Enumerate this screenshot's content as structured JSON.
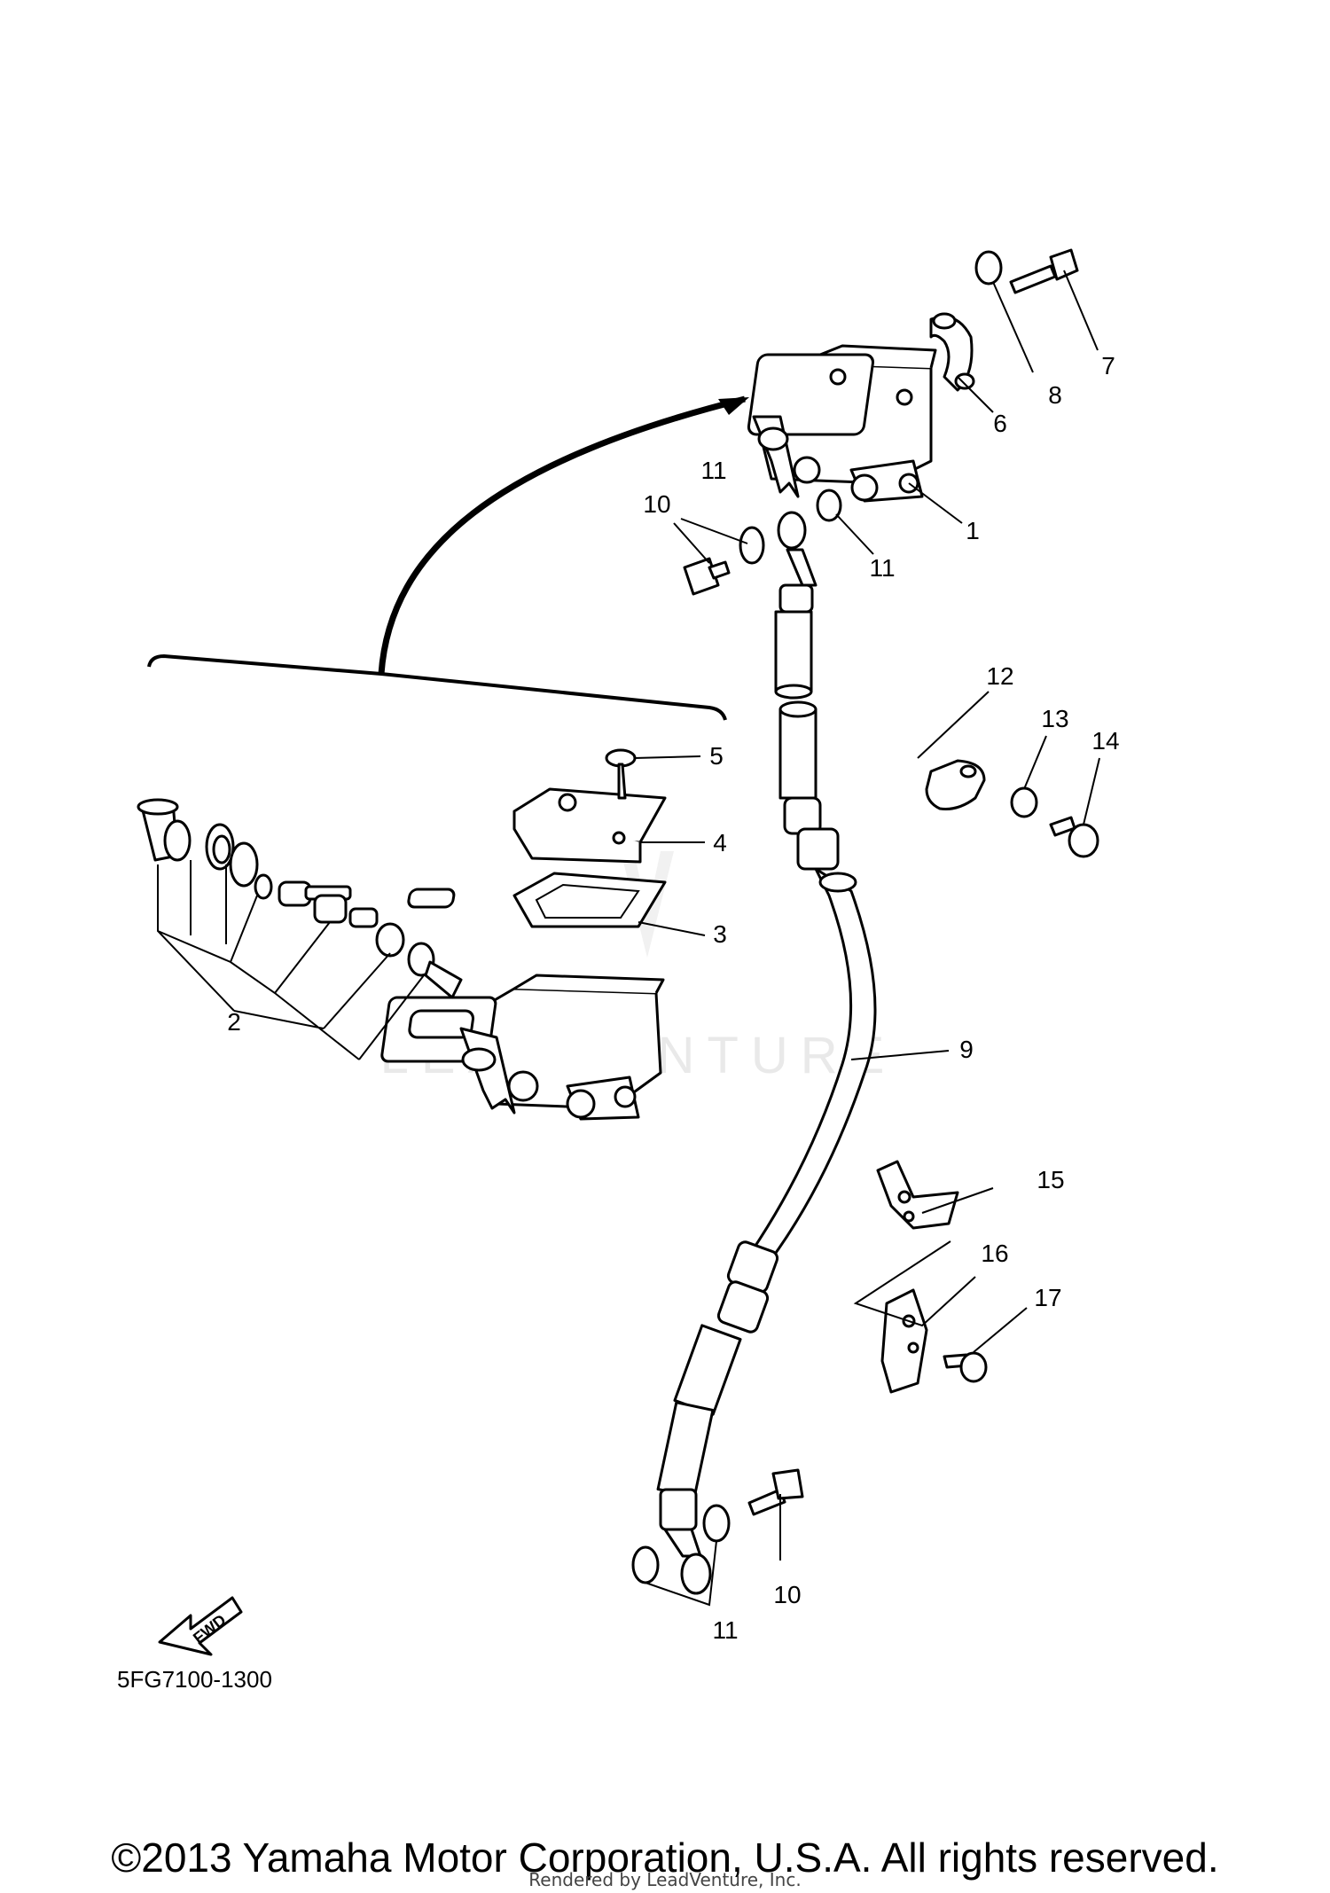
{
  "diagram": {
    "callouts": [
      "1",
      "2",
      "3",
      "4",
      "5",
      "6",
      "7",
      "8",
      "9",
      "10",
      "11",
      "12",
      "13",
      "14",
      "15",
      "16",
      "17"
    ],
    "fwd_label": "FWD",
    "diagram_code": "5FG7100-1300",
    "watermark": "LEADVENTURE"
  },
  "footer": {
    "copyright": "©2013 Yamaha Motor Corporation, U.S.A. All rights reserved.",
    "rendered_by": "Rendered by LeadVenture, Inc."
  }
}
